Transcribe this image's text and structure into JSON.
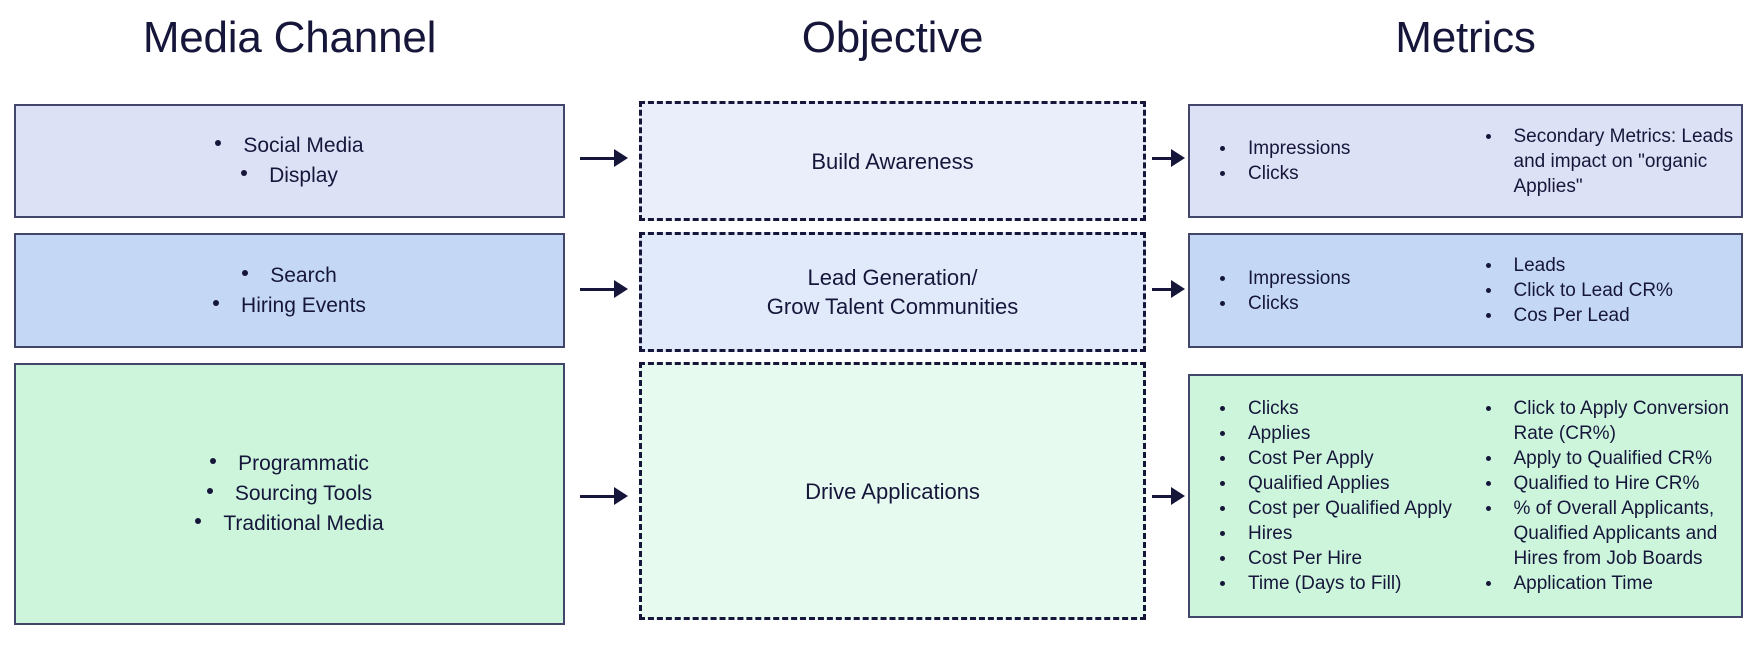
{
  "headers": {
    "media_channel": "Media Channel",
    "objective": "Objective",
    "metrics": "Metrics"
  },
  "colors": {
    "text": "#16163a",
    "box_border": "#42466b",
    "dashed_border": "#16163a",
    "row1_channel_fill": "#dde1f6",
    "row1_objective_fill": "#eaeefa",
    "row1_metrics_fill": "#dde1f6",
    "row2_channel_fill": "#c4d8f6",
    "row2_objective_fill": "#e0eafa",
    "row2_metrics_fill": "#c4d8f6",
    "row3_channel_fill": "#ccf5dc",
    "row3_objective_fill": "#e6faef",
    "row3_metrics_fill": "#ccf5dc"
  },
  "rows": [
    {
      "channel": {
        "items": [
          "Social Media",
          "Display"
        ]
      },
      "objective": {
        "label": "Build Awareness"
      },
      "metrics": {
        "left": [
          "Impressions",
          "Clicks"
        ],
        "right": [
          "Secondary Metrics: Leads and impact on \"organic Applies\""
        ]
      }
    },
    {
      "channel": {
        "items": [
          "Search",
          "Hiring Events"
        ]
      },
      "objective": {
        "label": "Lead Generation/\nGrow Talent Communities"
      },
      "metrics": {
        "left": [
          "Impressions",
          "Clicks"
        ],
        "right": [
          "Leads",
          "Click to Lead CR%",
          "Cos Per Lead"
        ]
      }
    },
    {
      "channel": {
        "items": [
          "Programmatic",
          "Sourcing Tools",
          "Traditional Media"
        ]
      },
      "objective": {
        "label": "Drive Applications"
      },
      "metrics": {
        "left": [
          "Clicks",
          "Applies",
          "Cost Per Apply",
          "Qualified Applies",
          "Cost per Qualified Apply",
          "Hires",
          "Cost Per Hire",
          "Time (Days to Fill)"
        ],
        "right": [
          "Click to Apply Conversion Rate (CR%)",
          "Apply to Qualified CR%",
          "Qualified to Hire CR%",
          "% of Overall Applicants, Qualified Applicants and Hires from Job Boards",
          "Application Time"
        ]
      }
    }
  ],
  "arrows": {
    "label": "flow-arrow"
  }
}
